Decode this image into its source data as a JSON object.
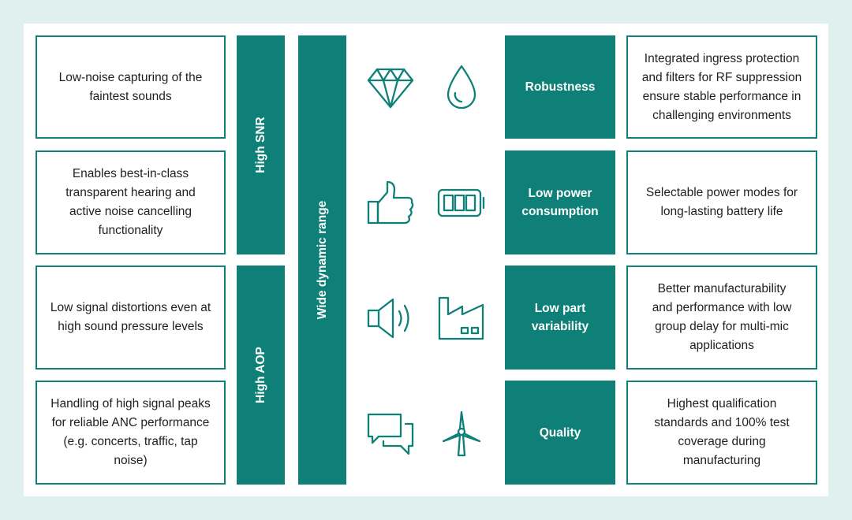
{
  "colors": {
    "accent": "#0e8078",
    "background": "#dff0ee",
    "panel": "#ffffff"
  },
  "left_boxes": [
    "Low-noise capturing of the faintest sounds",
    "Enables best-in-class transparent hearing and active noise cancelling functionality",
    "Low signal distortions even at high sound pressure levels",
    "Handling of high signal peaks for reliable ANC performance (e.g. concerts, traffic, tap noise)"
  ],
  "bars": {
    "high_snr": "High SNR",
    "high_aop": "High AOP",
    "wide_dynamic_range": "Wide dynamic range"
  },
  "icons": {
    "left": [
      "diamond-icon",
      "thumbs-up-icon",
      "speaker-icon",
      "chat-bubbles-icon"
    ],
    "right": [
      "water-drop-icon",
      "battery-icon",
      "factory-icon",
      "wind-turbine-icon"
    ]
  },
  "features": [
    {
      "label": "Robustness",
      "description": "Integrated ingress protection and filters for RF suppression ensure stable performance in challenging environments"
    },
    {
      "label": "Low power consumption",
      "description": "Selectable power modes for long-lasting battery life"
    },
    {
      "label": "Low part variability",
      "description": "Better manufacturability and performance with low group delay for multi-mic applications"
    },
    {
      "label": "Quality",
      "description": "Highest qualification standards and 100% test coverage during manufacturing"
    }
  ]
}
